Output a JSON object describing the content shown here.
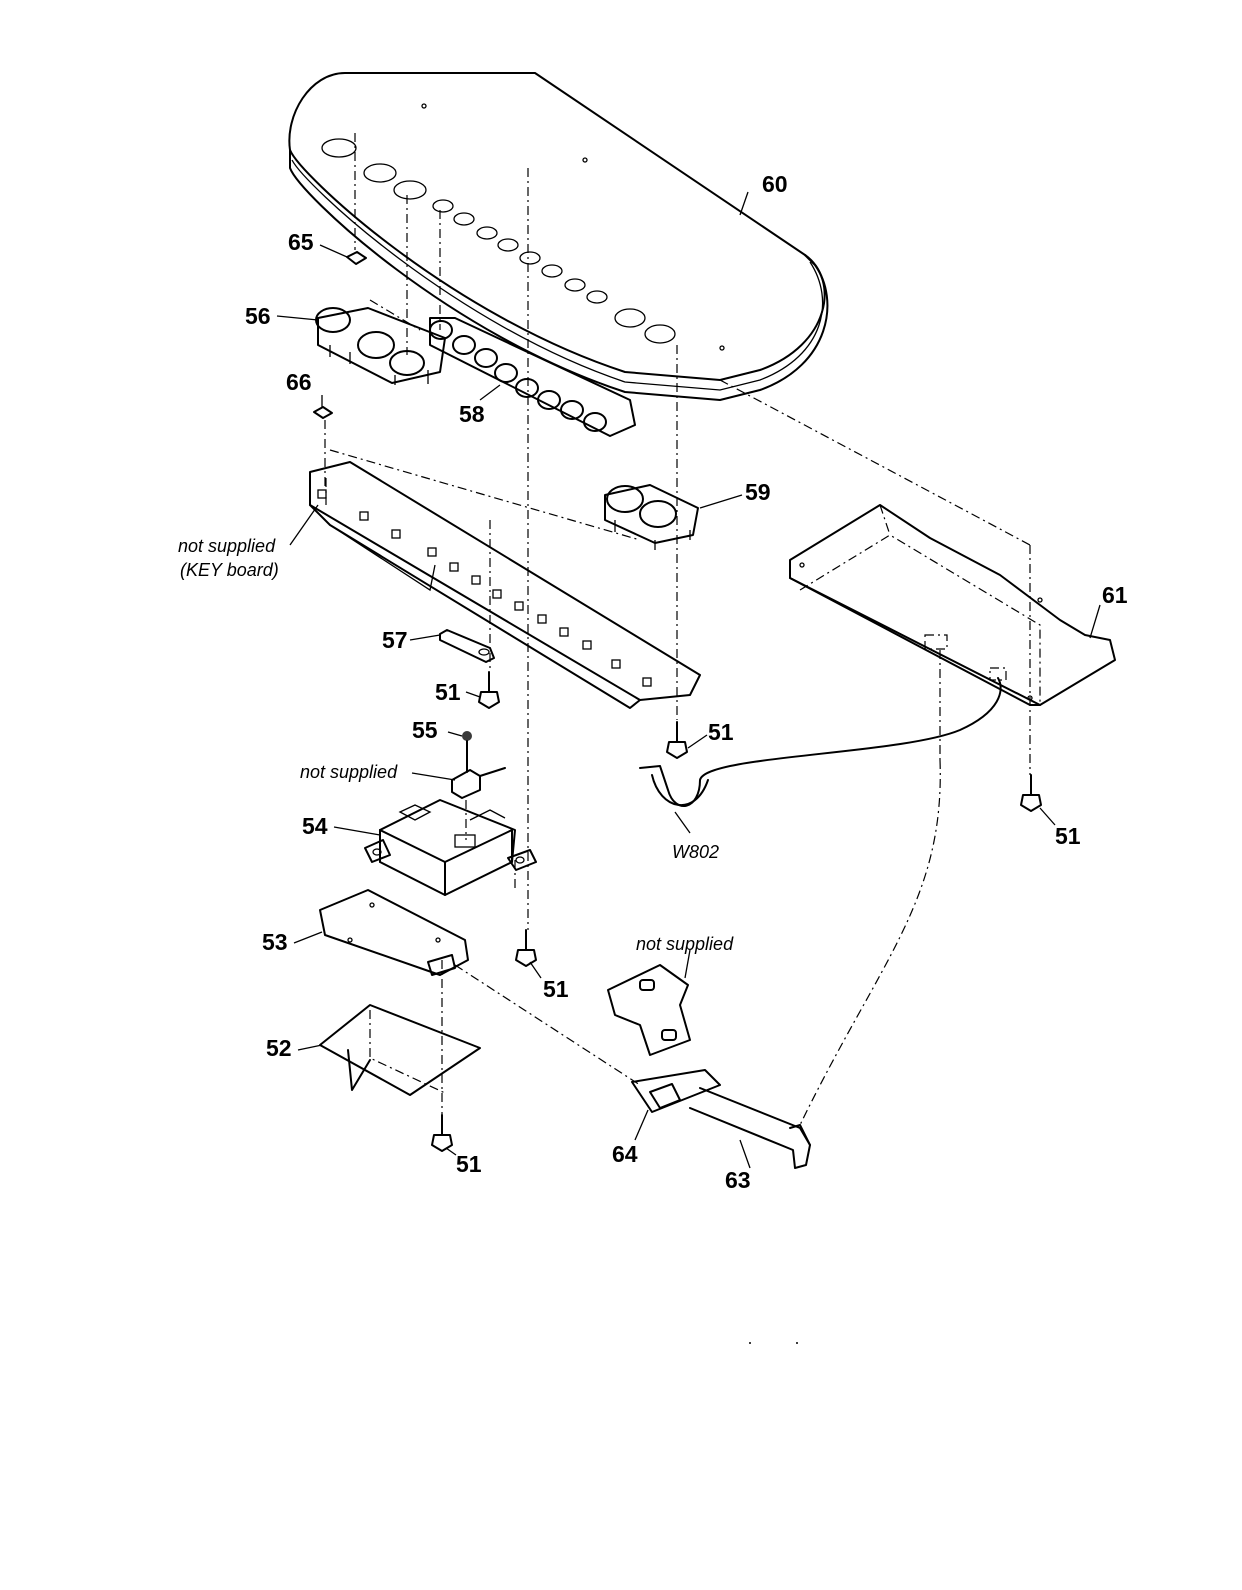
{
  "labels": {
    "p51": "51",
    "p52": "52",
    "p53": "53",
    "p54": "54",
    "p55": "55",
    "p56": "56",
    "p57": "57",
    "p58": "58",
    "p59": "59",
    "p60": "60",
    "p61": "61",
    "p63": "63",
    "p64": "64",
    "p65": "65",
    "p66": "66",
    "w802": "W802"
  },
  "notes": {
    "not_supplied": "not supplied",
    "key_board": "(KEY board)"
  }
}
